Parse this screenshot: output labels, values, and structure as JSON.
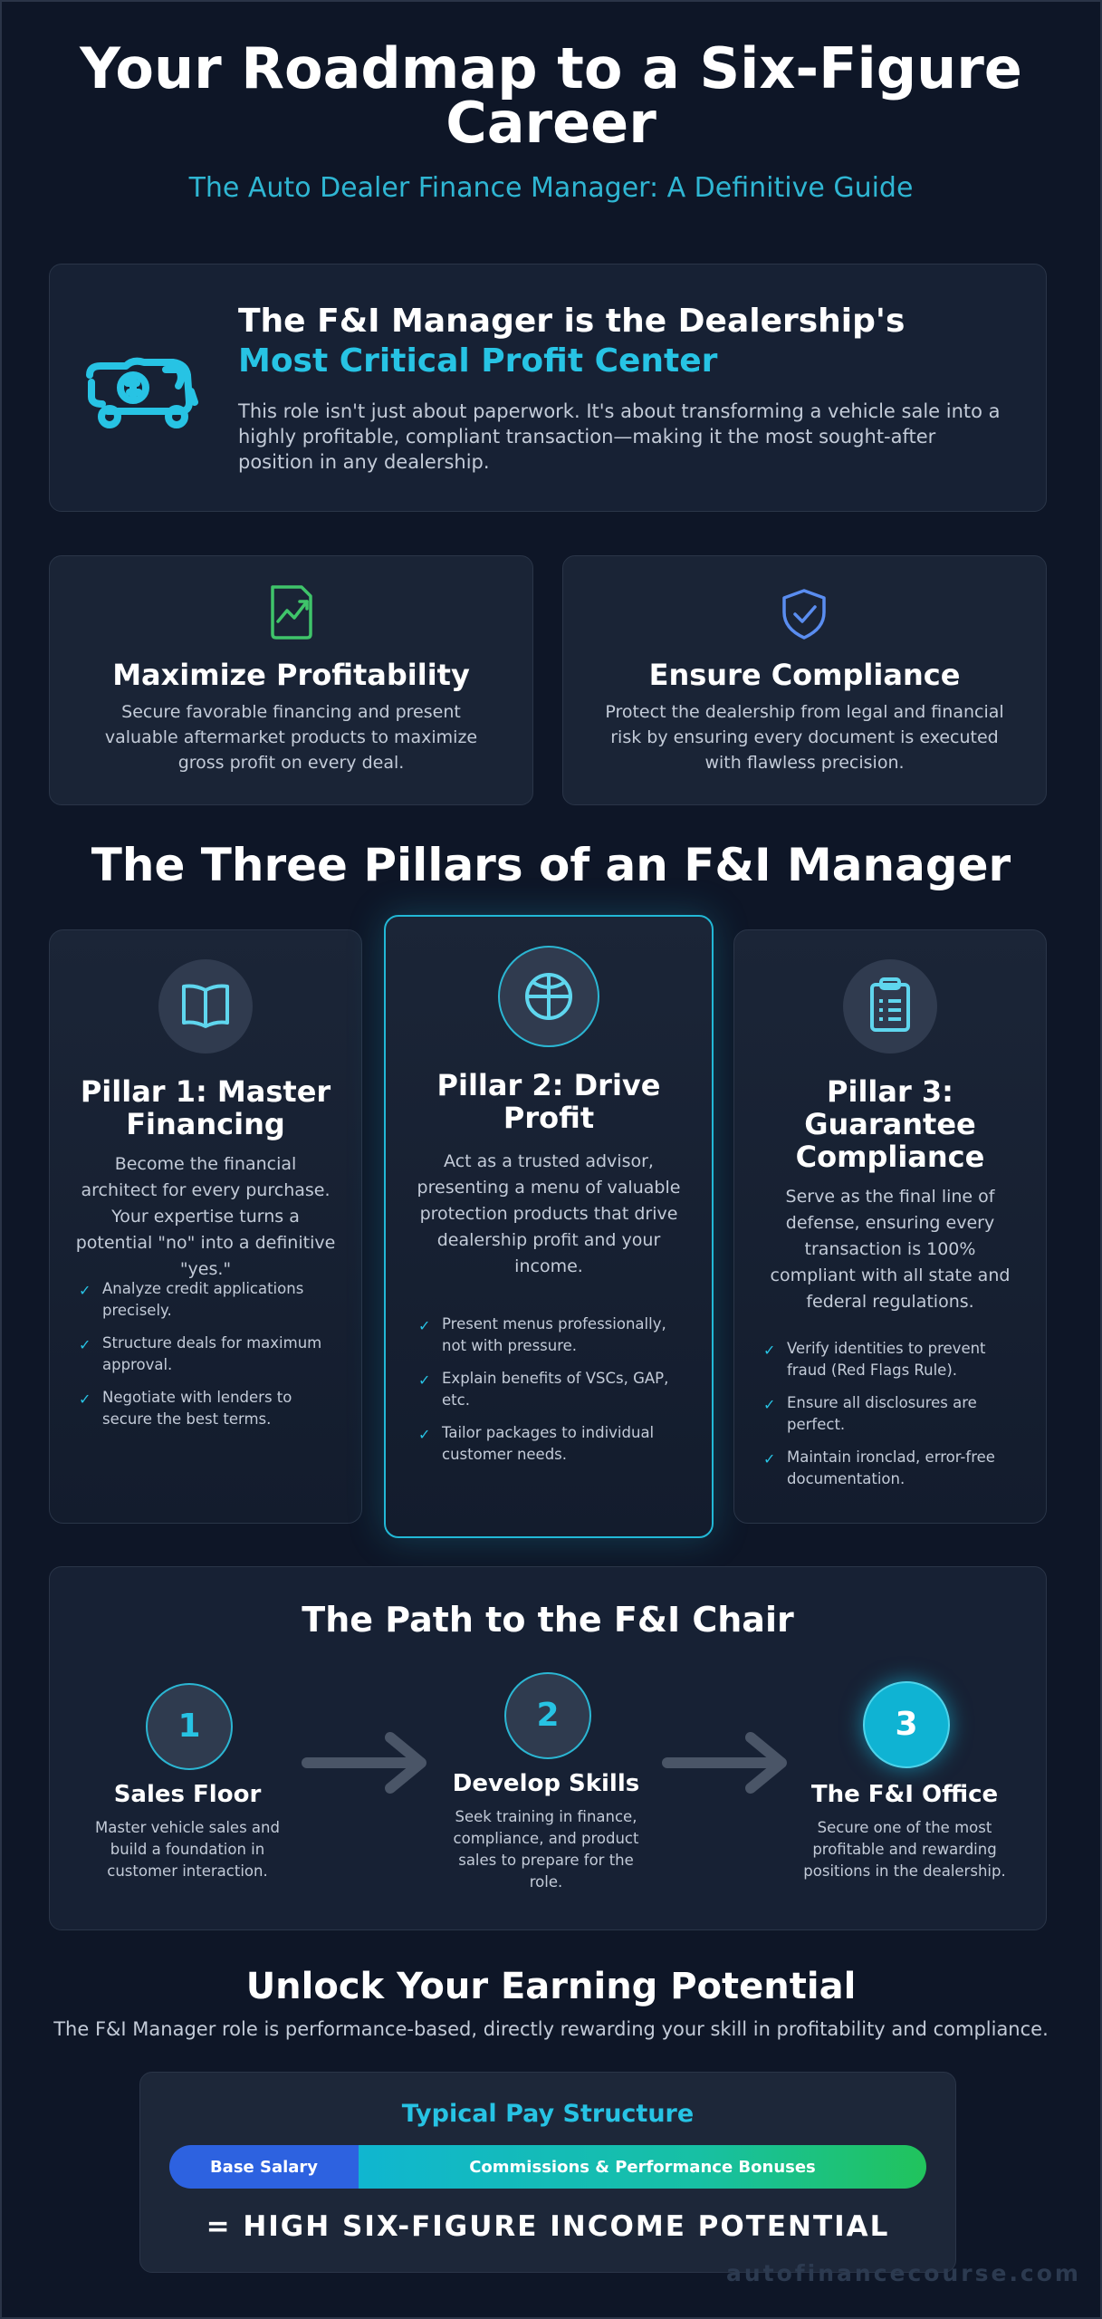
{
  "header": {
    "title": "Your Roadmap to a Six-Figure Career",
    "subtitle": "The Auto Dealer Finance Manager: A Definitive Guide"
  },
  "hero": {
    "icon": "car-money-icon",
    "title_line1": "The F&I Manager is the Dealership's",
    "title_line2": "Most Critical Profit Center",
    "body": "This role isn't just about paperwork. It's about transforming a vehicle sale into a highly profitable, compliant transaction—making it the most sought-after position in any dealership."
  },
  "cards": [
    {
      "icon": "growth-chart-icon",
      "title": "Maximize Profitability",
      "body": "Secure favorable financing and present valuable aftermarket products to maximize gross profit on every deal."
    },
    {
      "icon": "shield-check-icon",
      "title": "Ensure Compliance",
      "body": "Protect the dealership from legal and financial risk by ensuring every document is executed with flawless precision."
    }
  ],
  "pillars_heading": "The Three Pillars of an F&I Manager",
  "pillars": [
    {
      "icon": "book-icon",
      "title": "Pillar 1: Master Financing",
      "body": "Become the financial architect for every purchase. Your expertise turns a potential \"no\" into a definitive \"yes.\"",
      "items": [
        "Analyze credit applications precisely.",
        "Structure deals for maximum approval.",
        "Negotiate with lenders to secure the best terms."
      ]
    },
    {
      "icon": "globe-icon",
      "title": "Pillar 2: Drive Profit",
      "body": "Act as a trusted advisor, presenting a menu of valuable protection products that drive dealership profit and your income.",
      "items": [
        "Present menus professionally, not with pressure.",
        "Explain benefits of VSCs, GAP, etc.",
        "Tailor packages to individual customer needs."
      ]
    },
    {
      "icon": "clipboard-icon",
      "title": "Pillar 3: Guarantee Compliance",
      "body": "Serve as the final line of defense, ensuring every transaction is 100% compliant with all state and federal regulations.",
      "items": [
        "Verify identities to prevent fraud (Red Flags Rule).",
        "Ensure all disclosures are perfect.",
        "Maintain ironclad, error-free documentation."
      ]
    }
  ],
  "path": {
    "title": "The Path to the F&I Chair",
    "steps": [
      {
        "number": "1",
        "title": "Sales Floor",
        "body": "Master vehicle sales and build a foundation in customer interaction."
      },
      {
        "number": "2",
        "title": "Develop Skills",
        "body": "Seek training in finance, compliance, and product sales to prepare for the role."
      },
      {
        "number": "3",
        "title": "The F&I Office",
        "body": "Secure one of the most profitable and rewarding positions in the dealership."
      }
    ]
  },
  "earnings": {
    "title": "Unlock Your Earning Potential",
    "body": "The F&I Manager role is performance-based, directly rewarding your skill in profitability and compliance.",
    "pay_title": "Typical Pay Structure",
    "base_label": "Base Salary",
    "commission_label": "Commissions & Performance Bonuses",
    "result": "= HIGH SIX-FIGURE INCOME POTENTIAL"
  },
  "watermark": "autofinancecourse.com",
  "colors": {
    "background": "#0e1627",
    "accent": "#27c3e4",
    "card": "#172134",
    "green_icon": "#3fc46a",
    "blue_icon": "#5a8df0"
  }
}
